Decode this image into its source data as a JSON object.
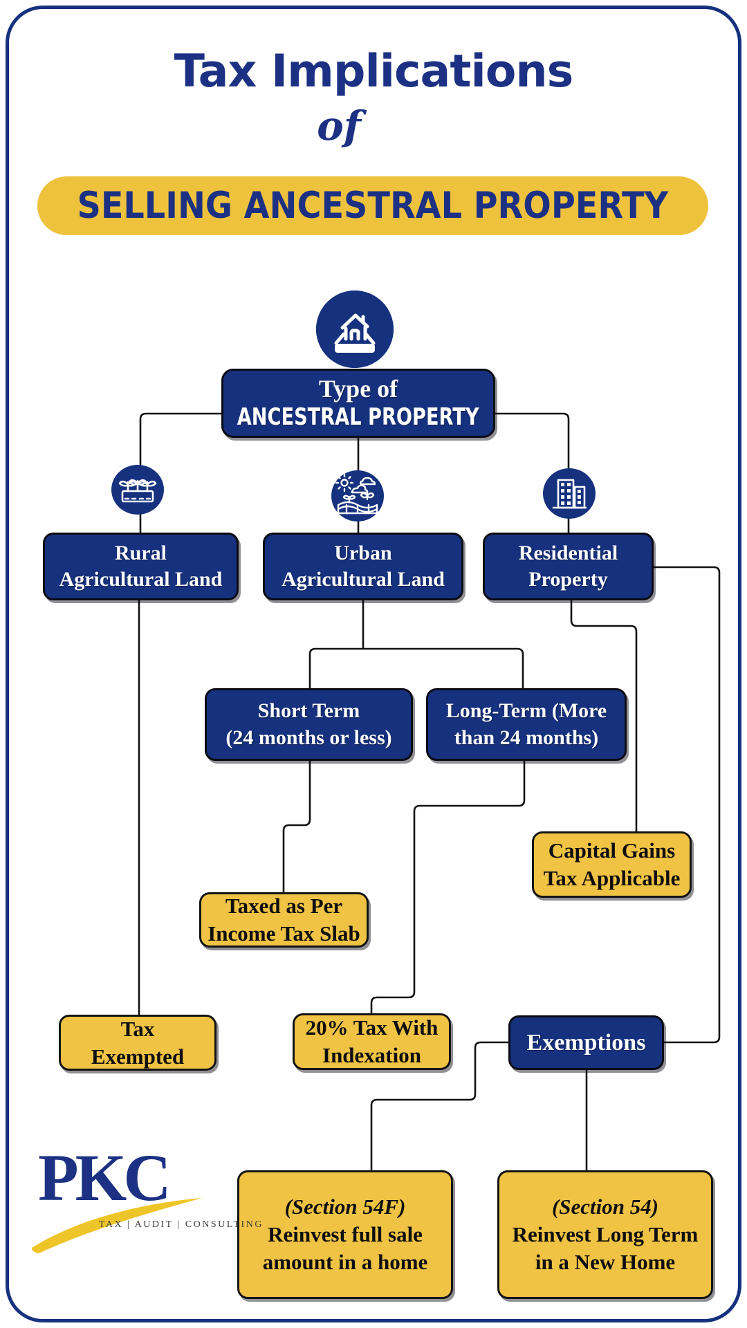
{
  "colors": {
    "navy_fill": "#16317E",
    "navy_text": "#1C3183",
    "yellow": "#EFC23D",
    "yellow_box": "#F0C344",
    "line": "#111111",
    "white": "#FFFFFF"
  },
  "header": {
    "title": "Tax Implications",
    "connector": "of",
    "banner": "SELLING ANCESTRAL PROPERTY"
  },
  "nodes": {
    "root": {
      "line1": "Type of",
      "line2": "ANCESTRAL PROPERTY",
      "icon": "house-icon"
    },
    "rural": {
      "label": "Rural\nAgricultural Land",
      "icon": "seedlings-icon"
    },
    "urban": {
      "label": "Urban\nAgricultural Land",
      "icon": "farm-field-icon"
    },
    "residential": {
      "label": "Residential\nProperty",
      "icon": "buildings-icon"
    },
    "short_term": {
      "label": "Short Term\n(24 months or less)"
    },
    "long_term": {
      "label": "Long-Term (More\nthan 24 months)"
    },
    "capital_gains": {
      "label": "Capital Gains\nTax Applicable"
    },
    "taxed_slab": {
      "label": "Taxed as Per\nIncome Tax Slab"
    },
    "tax_exempted": {
      "label": "Tax\nExempted"
    },
    "indexation": {
      "label": "20% Tax With\nIndexation"
    },
    "exemptions": {
      "label": "Exemptions"
    },
    "section_54f": {
      "heading": "(Section 54F)",
      "body": "Reinvest full sale\namount in a home"
    },
    "section_54": {
      "heading": "(Section 54)",
      "body": "Reinvest Long Term\nin a New Home"
    }
  },
  "logo": {
    "name": "PKC",
    "tagline": "TAX | AUDIT | CONSULTING"
  }
}
